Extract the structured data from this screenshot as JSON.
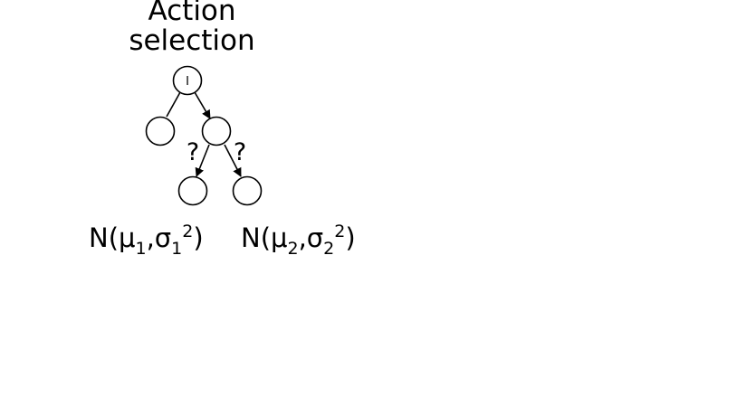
{
  "diagram": {
    "title_line1": "Action",
    "title_line2": "selection",
    "root_label": "I",
    "edge_question_left": "?",
    "edge_question_right": "?",
    "leaf_left": {
      "prefix": "N(μ",
      "mu_sub": "1",
      "sep": ",σ",
      "sigma_sub": "1",
      "sigma_sup": "2",
      "suffix": ")"
    },
    "leaf_right": {
      "prefix": "N(μ",
      "mu_sub": "2",
      "sep": ",σ",
      "sigma_sub": "2",
      "sigma_sup": "2",
      "suffix": ")"
    },
    "stroke_color": "#000000",
    "node_fill": "#ffffff"
  }
}
